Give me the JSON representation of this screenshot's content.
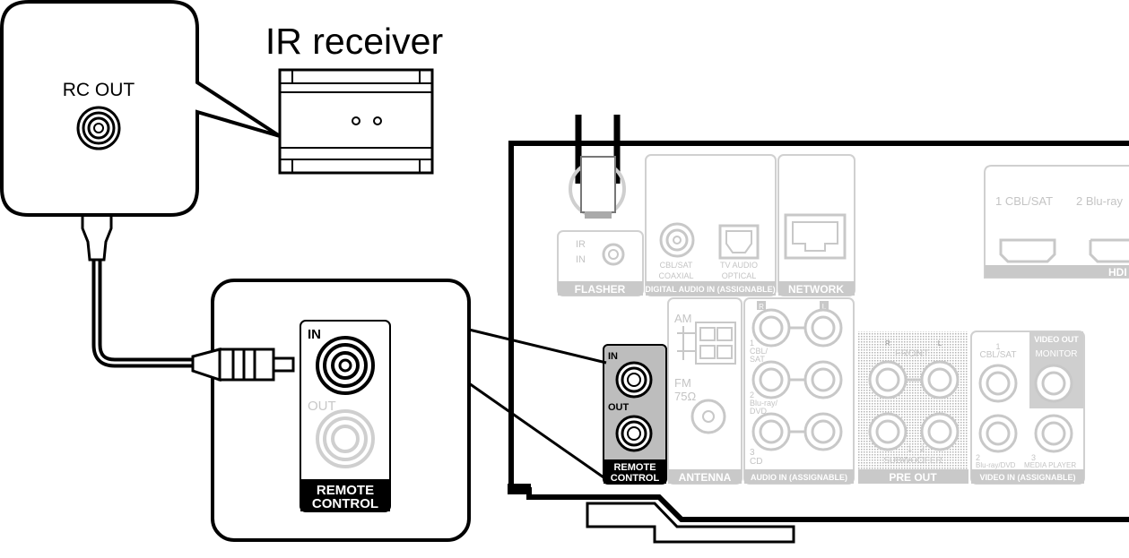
{
  "ir_receiver": {
    "title": "IR receiver"
  },
  "callout_top": {
    "label": "RC OUT"
  },
  "callout_bottom": {
    "in_label": "IN",
    "out_label": "OUT",
    "section_label_1": "REMOTE",
    "section_label_2": "CONTROL"
  },
  "panel": {
    "remote": {
      "in_label": "IN",
      "out_label": "OUT",
      "section_1": "REMOTE",
      "section_2": "CONTROL"
    },
    "flasher": {
      "ir": "IR",
      "in": "IN",
      "section": "FLASHER"
    },
    "digital": {
      "coax_1": "CBL/SAT",
      "coax_2": "COAXIAL",
      "opt_1": "TV AUDIO",
      "opt_2": "OPTICAL",
      "section": "DIGITAL AUDIO IN (ASSIGNABLE)"
    },
    "network": {
      "section": "NETWORK"
    },
    "hdmi": {
      "in_1": "1 CBL/SAT",
      "in_2": "2 Blu-ray",
      "section": "HDI"
    },
    "antenna": {
      "am": "AM",
      "fm_1": "FM",
      "fm_2": "75Ω",
      "section": "ANTENNA"
    },
    "audio_in": {
      "r": "R",
      "l": "L",
      "ch1_a": "1",
      "ch1_b": "CBL/",
      "ch1_c": "SAT",
      "ch2_a": "2",
      "ch2_b": "Blu-ray/",
      "ch2_c": "DVD",
      "ch3_a": "3",
      "ch3_b": "CD",
      "section": "AUDIO IN (ASSIGNABLE)"
    },
    "pre_out": {
      "front": "FRONT",
      "r": "R",
      "l": "L",
      "sub": "SUBWOOFER",
      "sub_1": "1",
      "sub_2": "2",
      "section": "PRE OUT"
    },
    "video": {
      "v1_a": "1",
      "v1_b": "CBL/SAT",
      "out_title": "VIDEO OUT",
      "monitor": "MONITOR",
      "v2": "2",
      "v2_b": "Blu-ray/DVD",
      "v3": "3",
      "v3_b": "MEDIA PLAYER",
      "section": "VIDEO IN (ASSIGNABLE)"
    }
  }
}
